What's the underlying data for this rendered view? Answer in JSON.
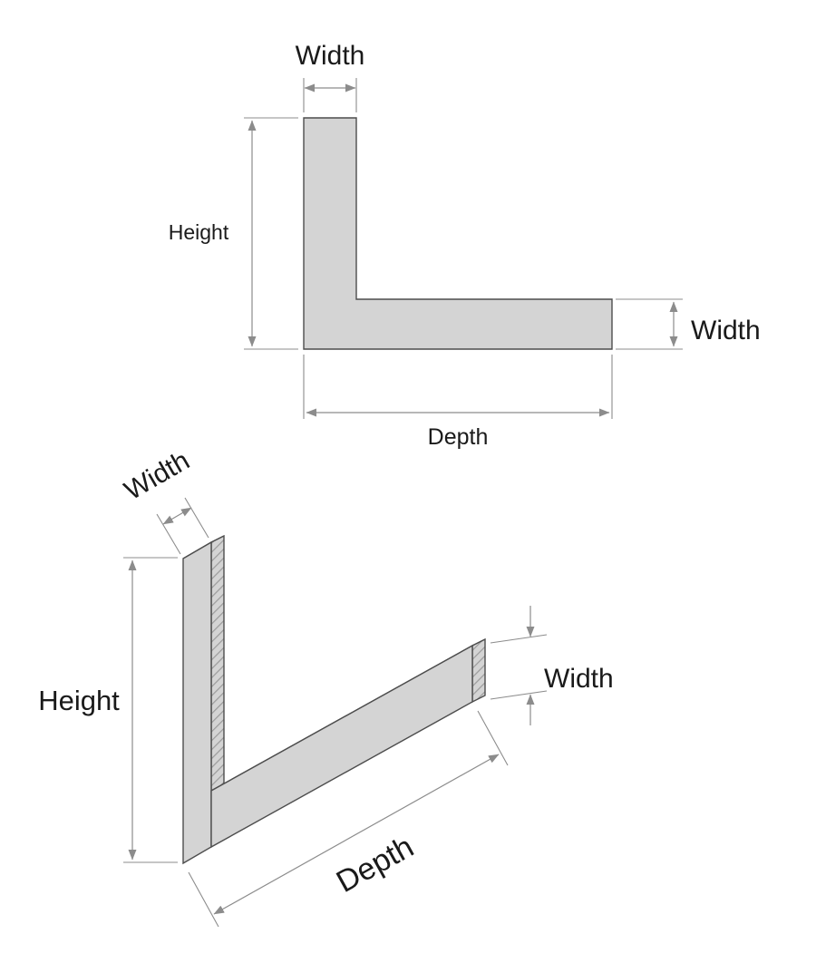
{
  "diagram": {
    "cross_section_view": {
      "width_top_label": "Width",
      "height_label": "Height",
      "width_right_label": "Width",
      "depth_label": "Depth"
    },
    "isometric_view": {
      "width_top_label": "Width",
      "height_label": "Height",
      "width_right_label": "Width",
      "depth_label": "Depth"
    },
    "colors": {
      "background": "#ffffff",
      "fill": "#d4d4d4",
      "stroke": "#4d4d4d",
      "dim": "#8c8c8c",
      "text": "#1a1a1a",
      "hatch_line": "#9b9b9b"
    }
  }
}
